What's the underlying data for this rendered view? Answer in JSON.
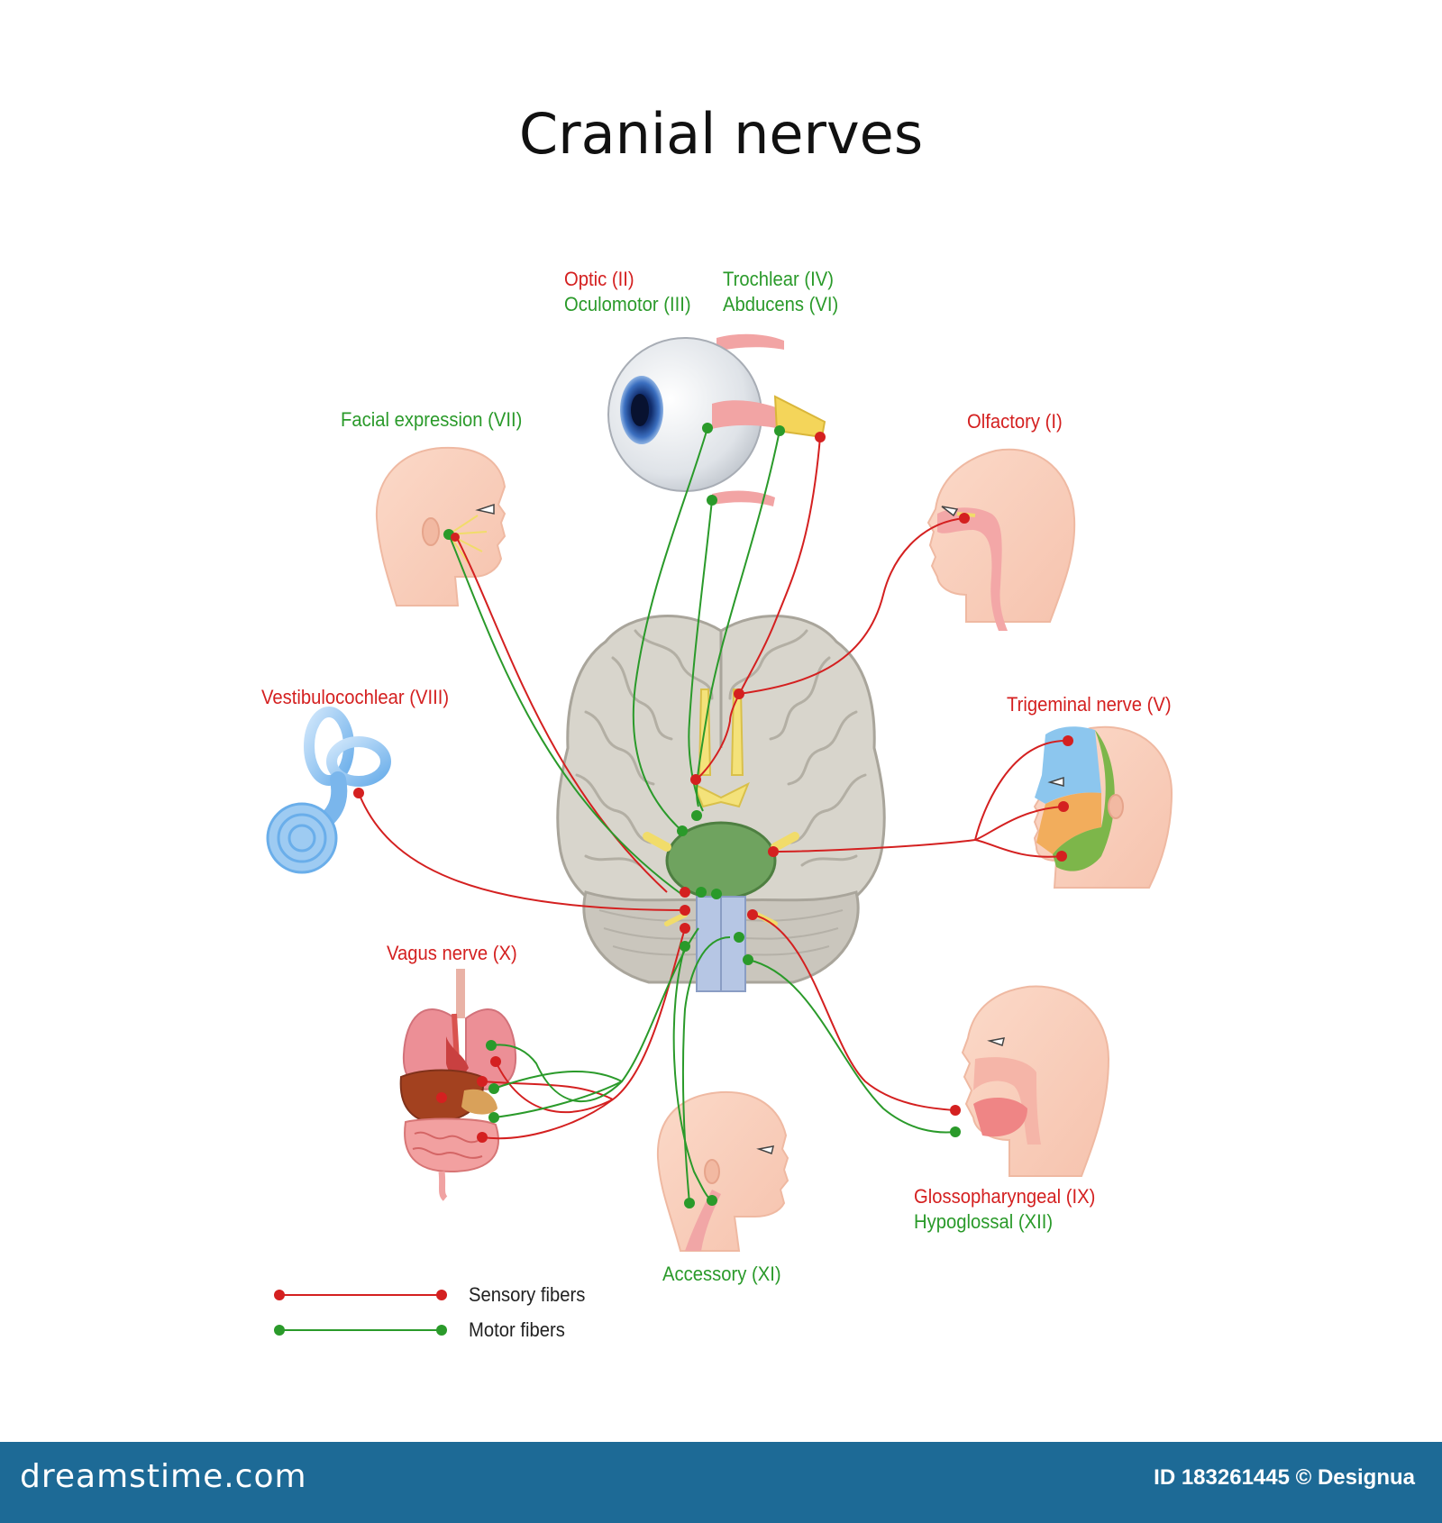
{
  "title": "Cranial nerves",
  "labels": {
    "optic": "Optic (II)",
    "oculomotor": "Oculomotor (III)",
    "trochlear": "Trochlear (IV)",
    "abducens": "Abducens (VI)",
    "facial": "Facial expression (VII)",
    "olfactory": "Olfactory (I)",
    "vestibulocochlear": "Vestibulocochlear (VIII)",
    "trigeminal": "Trigeminal nerve (V)",
    "vagus": "Vagus nerve (X)",
    "glossopharyngeal": "Glossopharyngeal (IX)",
    "hypoglossal": "Hypoglossal (XII)",
    "accessory": "Accessory (XI)"
  },
  "legend": {
    "sensory": "Sensory fibers",
    "motor": "Motor fibers"
  },
  "colors": {
    "sensory": "#d42020",
    "motor": "#2a9a2a",
    "footer": "#1d6a96"
  },
  "footer": {
    "site": "dreamstime.com",
    "id_text": "ID 183261445 © Designua"
  }
}
